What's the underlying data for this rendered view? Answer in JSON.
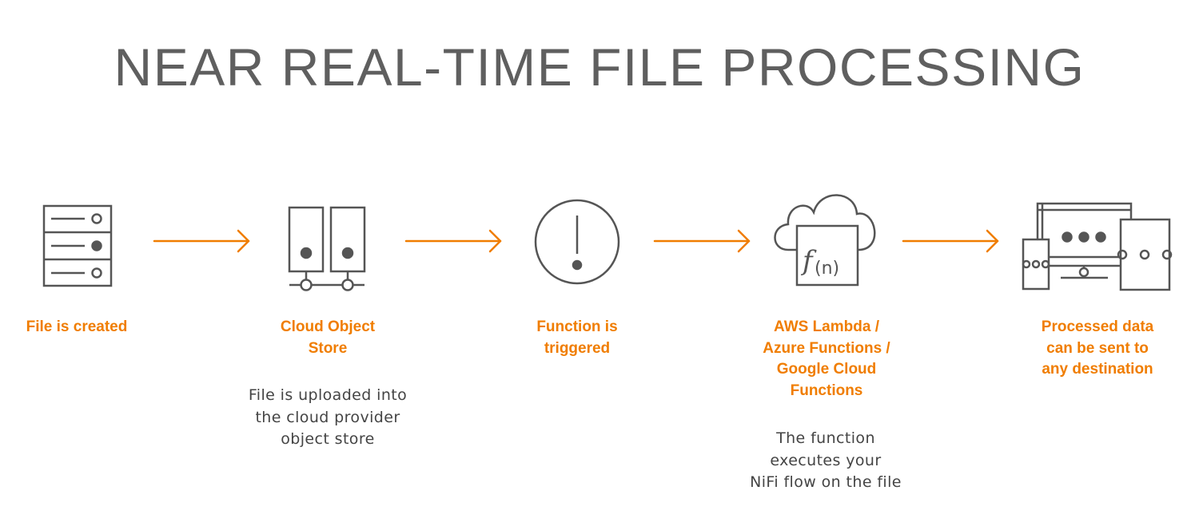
{
  "title": "NEAR REAL-TIME FILE PROCESSING",
  "colors": {
    "accent": "#f07d00",
    "icon": "#555555",
    "text": "#444444"
  },
  "steps": [
    {
      "icon": "server-rack-icon",
      "label": "File is created",
      "description": ""
    },
    {
      "icon": "object-store-icon",
      "label": "Cloud Object\nStore",
      "description": "File is uploaded into\nthe cloud provider\nobject store"
    },
    {
      "icon": "alert-icon",
      "label": "Function is\ntriggered",
      "description": ""
    },
    {
      "icon": "cloud-function-icon",
      "label": "AWS Lambda /\nAzure Functions /\nGoogle Cloud\nFunctions",
      "description": "The function\nexecutes your\nNiFi flow on the file",
      "function_symbol": "f(n)"
    },
    {
      "icon": "devices-icon",
      "label": "Processed data\ncan be sent to\nany destination",
      "description": ""
    }
  ]
}
